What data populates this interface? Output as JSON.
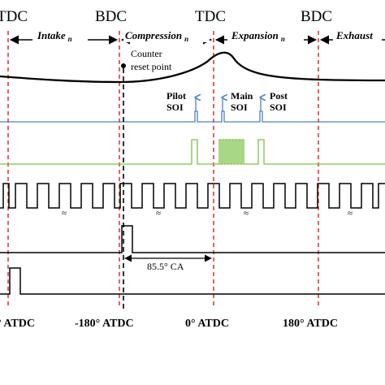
{
  "top_labels": [
    {
      "text": "TDC"
    },
    {
      "text": "BDC"
    },
    {
      "text": "TDC"
    },
    {
      "text": "BDC"
    }
  ],
  "phases": [
    {
      "label": "Intake",
      "sub": "n"
    },
    {
      "label": "Compression",
      "sub": "n"
    },
    {
      "label": "Expansion",
      "sub": "n"
    },
    {
      "label": "Exhaust",
      "sub": ""
    }
  ],
  "counter_note": {
    "line1": "Counter",
    "line2": "reset point"
  },
  "soi_labels": [
    {
      "line1": "Pilot",
      "line2": "SOI"
    },
    {
      "line1": "Main",
      "line2": "SOI"
    },
    {
      "line1": "Post",
      "line2": "SOI"
    }
  ],
  "interval_label": "85.5° CA",
  "break_mark": "≈",
  "bottom_ticks": [
    {
      "text": "°  ATDC"
    },
    {
      "text": "-180°  ATDC"
    },
    {
      "text": "0°  ATDC"
    },
    {
      "text": "180°  ATDC"
    }
  ],
  "colors": {
    "guide": "#e31a1c",
    "pressure": "#000000",
    "soi": "#4f81bd",
    "injection": "#7ac143",
    "encoder": "#000000",
    "reset_line": "#000000"
  }
}
